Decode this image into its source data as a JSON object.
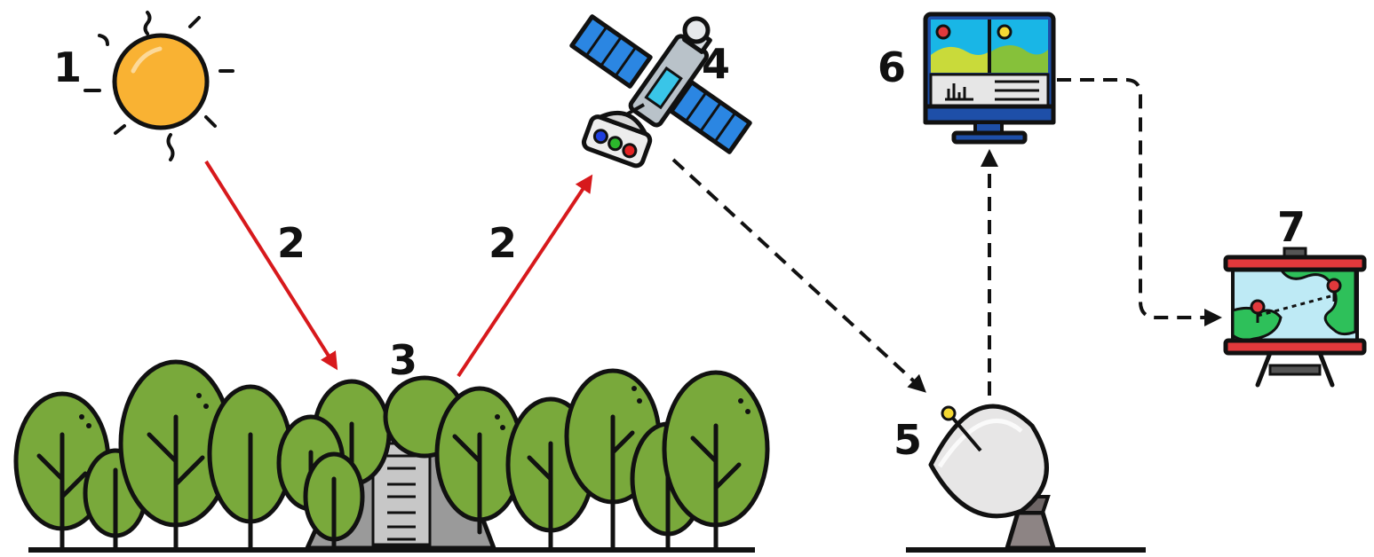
{
  "labels": {
    "sun": "1",
    "incoming_ray": "2",
    "reflected_ray": "2",
    "forest": "3",
    "satellite": "4",
    "ground_station": "5",
    "workstation": "6",
    "map_board": "7"
  },
  "colors": {
    "sun": "#F9B233",
    "ray": "#D7191C",
    "tree": "#79A93B",
    "trunk": "#111111",
    "solar_panel": "#2B86E2",
    "dish": "#E7E6E6",
    "screen_sky": "#19B6E6",
    "screen_land": "#86C13A",
    "map_water": "#BEEAF5",
    "map_land": "#2EC05A",
    "board_frame": "#E2393C",
    "pin": "#E2393C",
    "building": "#9A9A9A"
  },
  "icons": {
    "sun": "sun-icon",
    "satellite": "satellite-icon",
    "dish": "satellite-dish-icon",
    "monitor": "monitor-icon",
    "map": "map-board-icon",
    "forest": "forest-icon",
    "building": "building-icon"
  }
}
